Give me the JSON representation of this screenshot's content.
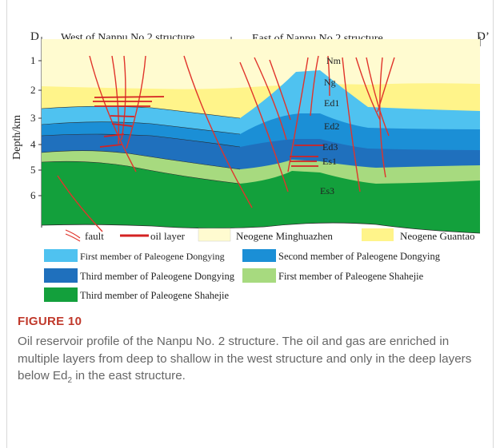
{
  "figure": {
    "corner_left": "D",
    "corner_right": "D’",
    "west_title": "West of Nanpu No.2 structure",
    "east_title": "East of Nanpu No.2 structure",
    "y_axis_label": "Depth/km",
    "depth_ticks": [
      "1",
      "2",
      "3",
      "4",
      "5",
      "6"
    ],
    "strata_labels": {
      "nm": "Nm",
      "ng": "Ng",
      "ed1": "Ed1",
      "ed2": "Ed2",
      "ed3": "Ed3",
      "es1": "Es1",
      "es3": "Es3"
    },
    "colors": {
      "minghuazhen": "#fffbd0",
      "guantao": "#fff48a",
      "dongying1": "#4fc2f0",
      "dongying2": "#1b8fd6",
      "dongying3": "#1f70bd",
      "shahejie1": "#a7da7f",
      "shahejie3": "#13a03c",
      "fault": "#e0342b",
      "oil": "#d42222"
    }
  },
  "legend": {
    "fault": "fault",
    "oil_layer": "oil layer",
    "minghuazhen": "Neogene Minghuazhen",
    "guantao": "Neogene Guantao",
    "dongying1": "First member of Paleogene Dongying",
    "dongying2": "Second member of Paleogene Dongying",
    "dongying3": "Third member of Paleogene Dongying",
    "shahejie1": "First member of Paleogene Shahejie",
    "shahejie3": "Third member of Paleogene Shahejie"
  },
  "caption": {
    "label": "FIGURE 10",
    "text_before_sub": "Oil reservoir profile of the Nanpu No. 2 structure. The oil and gas are enriched in multiple layers from deep to shallow in the west structure and only in the deep layers below Ed",
    "sub": "2",
    "text_after_sub": " in the east structure."
  }
}
